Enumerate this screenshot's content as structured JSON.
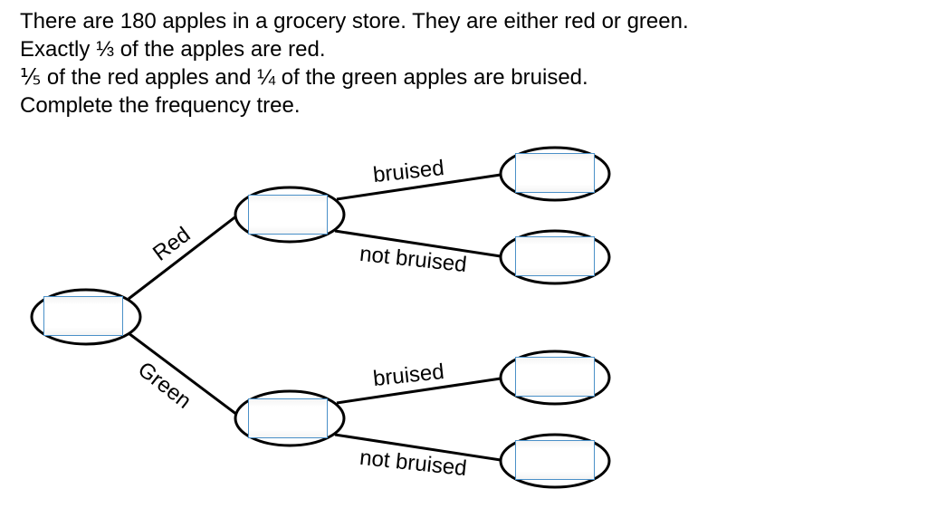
{
  "question": {
    "lines": [
      "There are 180 apples in a grocery store. They are either red or green.",
      "Exactly ⅓ of the apples are red.",
      "⅕ of the red apples and ¼ of the green apples are bruised.",
      "Complete the frequency tree."
    ]
  },
  "tree": {
    "branch_labels": {
      "red": "Red",
      "green": "Green",
      "red_bruised": "bruised",
      "red_not_bruised": "not bruised",
      "green_bruised": "bruised",
      "green_not_bruised": "not bruised"
    },
    "inputs": {
      "total": "",
      "red": "",
      "green": "",
      "red_bruised": "",
      "red_not_bruised": "",
      "green_bruised": "",
      "green_not_bruised": ""
    }
  }
}
